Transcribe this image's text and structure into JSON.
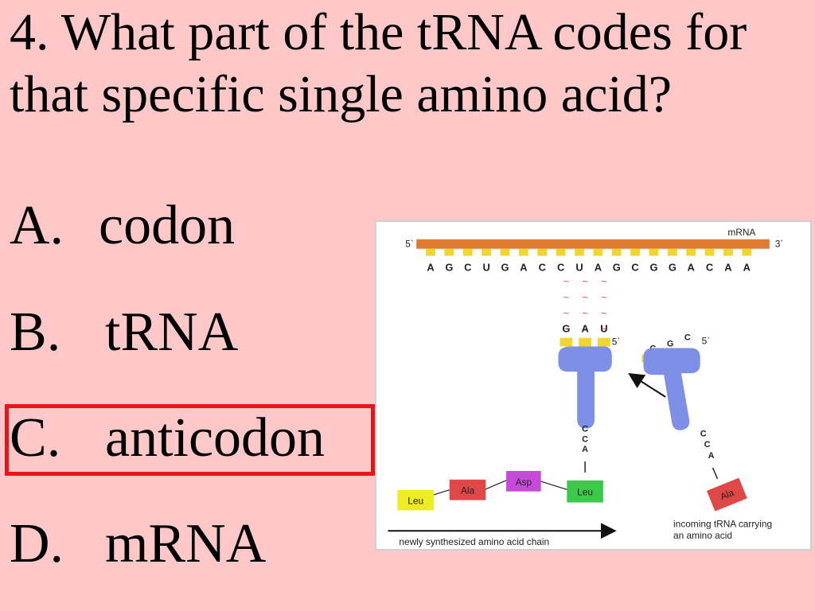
{
  "question": {
    "text": "4. What part of the tRNA codes for that specific single amino acid?"
  },
  "answers": [
    {
      "letter": "A.",
      "text": "codon",
      "highlighted": false
    },
    {
      "letter": "B.",
      "text": "tRNA",
      "highlighted": false
    },
    {
      "letter": "C.",
      "text": "anticodon",
      "highlighted": true
    },
    {
      "letter": "D.",
      "text": "mRNA",
      "highlighted": false
    }
  ],
  "colors": {
    "background": "#ffc8c8",
    "highlight_border": "#e8141a",
    "mrna_strand": "#e07a30",
    "base_block": "#f2d630",
    "trna_body": "#7d8fe6",
    "leu_box": "#ecec1e",
    "ala_box": "#e04848",
    "asp_box": "#c64ad8",
    "leu2_box": "#3cc84a"
  },
  "diagram": {
    "mrna_label": "mRNA",
    "five_prime": "5`",
    "three_prime": "3`",
    "mrna_bases": [
      "A",
      "G",
      "C",
      "U",
      "G",
      "A",
      "C",
      "C",
      "U",
      "A",
      "G",
      "C",
      "G",
      "G",
      "A",
      "C",
      "A",
      "A"
    ],
    "pairing_mark": "~",
    "anticodon_bound": [
      "G",
      "A",
      "U"
    ],
    "bound_five_prime": "5`",
    "anticodon_incoming": [
      "C",
      "G",
      "C"
    ],
    "incoming_five_prime": "5`",
    "acceptor_bound": [
      "C",
      "C",
      "A"
    ],
    "acceptor_incoming": [
      "C",
      "C",
      "A"
    ],
    "chain": [
      "Leu",
      "Ala",
      "Asp",
      "Leu"
    ],
    "incoming_amino_acid": "Ala",
    "incoming_caption_line1": "incoming tRNA carrying",
    "incoming_caption_line2": "an amino acid",
    "chain_caption": "newly synthesized amino acid chain"
  }
}
